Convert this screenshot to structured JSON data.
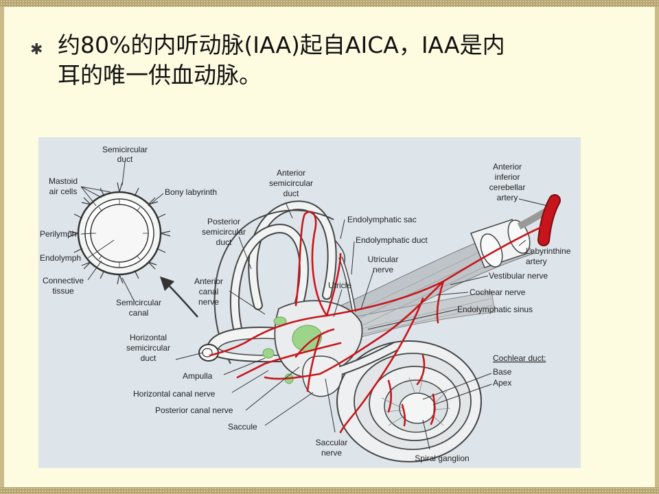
{
  "slide": {
    "bullet": "✱",
    "title_line1": "约80%的内听动脉(IAA)起自AICA，IAA是内",
    "title_line2": "耳的唯一供血动脉。"
  },
  "labels": {
    "semicircular_duct_1": "Semicircular",
    "semicircular_duct_2": "duct",
    "mastoid_1": "Mastoid",
    "mastoid_2": "air cells",
    "bony_labyrinth": "Bony labyrinth",
    "perilymph": "Perilymph",
    "endolymph": "Endolymph",
    "connective_1": "Connective",
    "connective_2": "tissue",
    "semicircular_canal_1": "Semicircular",
    "semicircular_canal_2": "canal",
    "anterior_sc_duct_1": "Anterior",
    "anterior_sc_duct_2": "semicircular",
    "anterior_sc_duct_3": "duct",
    "posterior_sc_duct_1": "Posterior",
    "posterior_sc_duct_2": "semicircular",
    "posterior_sc_duct_3": "duct",
    "anterior_canal_nerve_1": "Anterior",
    "anterior_canal_nerve_2": "canal",
    "anterior_canal_nerve_3": "nerve",
    "horizontal_sc_duct_1": "Horizontal",
    "horizontal_sc_duct_2": "semicircular",
    "horizontal_sc_duct_3": "duct",
    "ampulla": "Ampulla",
    "horizontal_canal_nerve": "Horizontal canal nerve",
    "posterior_canal_nerve": "Posterior canal nerve",
    "saccule": "Saccule",
    "saccular_nerve_1": "Saccular",
    "saccular_nerve_2": "nerve",
    "utricle": "Utricle",
    "utricular_nerve_1": "Utricular",
    "utricular_nerve_2": "nerve",
    "endolymphatic_sac": "Endolymphatic sac",
    "endolymphatic_duct": "Endolymphatic duct",
    "aica_1": "Anterior",
    "aica_2": "inferior",
    "aica_3": "cerebellar",
    "aica_4": "artery",
    "labyrinthine_1": "Labyrinthine",
    "labyrinthine_2": "artery",
    "vestibular_nerve": "Vestibular nerve",
    "cochlear_nerve": "Cochlear nerve",
    "endolymphatic_sinus": "Endolymphatic sinus",
    "cochlear_duct": "Cochlear duct:",
    "base": "Base",
    "apex": "Apex",
    "spiral_ganglion": "Spiral ganglion"
  },
  "colors": {
    "artery": "#c8151b",
    "endolymph_green": "#9ed48a",
    "diagram_bg": "#dde4ea",
    "slide_bg": "#fdfbe0",
    "frame": "#b6a473"
  }
}
